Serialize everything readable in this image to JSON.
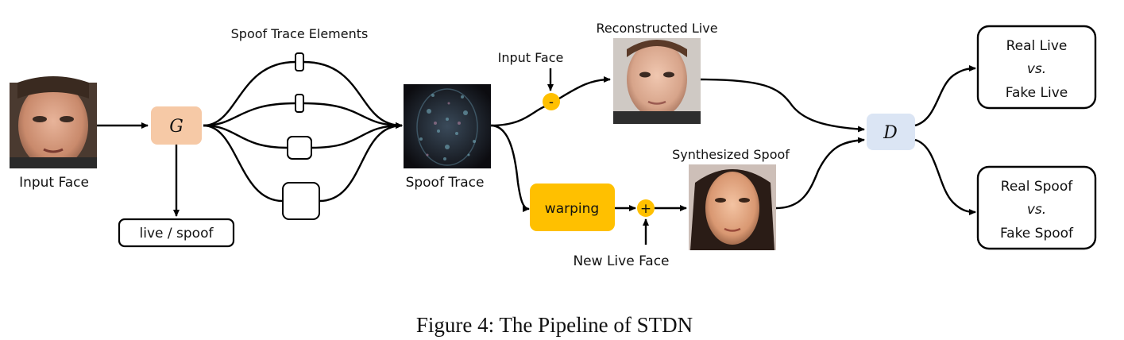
{
  "figure": {
    "caption": "Figure 4: The Pipeline of STDN",
    "colors": {
      "generator_fill": "#f6c9a6",
      "discriminator_fill": "#dbe5f4",
      "warping_fill": "#ffc000",
      "operator_fill": "#ffc000",
      "stroke": "#000000"
    }
  },
  "nodes": {
    "input_face_label": "Input Face",
    "generator_label": "G",
    "live_spoof_label": "live / spoof",
    "spoof_trace_elements_label": "Spoof Trace Elements",
    "spoof_trace_label": "Spoof Trace",
    "input_face_top_label": "Input Face",
    "minus_symbol": "-",
    "reconstructed_live_label": "Reconstructed Live",
    "warping_label": "warping",
    "plus_symbol": "+",
    "new_live_face_label": "New Live Face",
    "synthesized_spoof_label": "Synthesized Spoof",
    "discriminator_label": "D",
    "real_live_output": {
      "line1": "Real Live",
      "line2": "vs.",
      "line3": "Fake Live"
    },
    "real_spoof_output": {
      "line1": "Real Spoof",
      "line2": "vs.",
      "line3": "Fake Spoof"
    }
  }
}
